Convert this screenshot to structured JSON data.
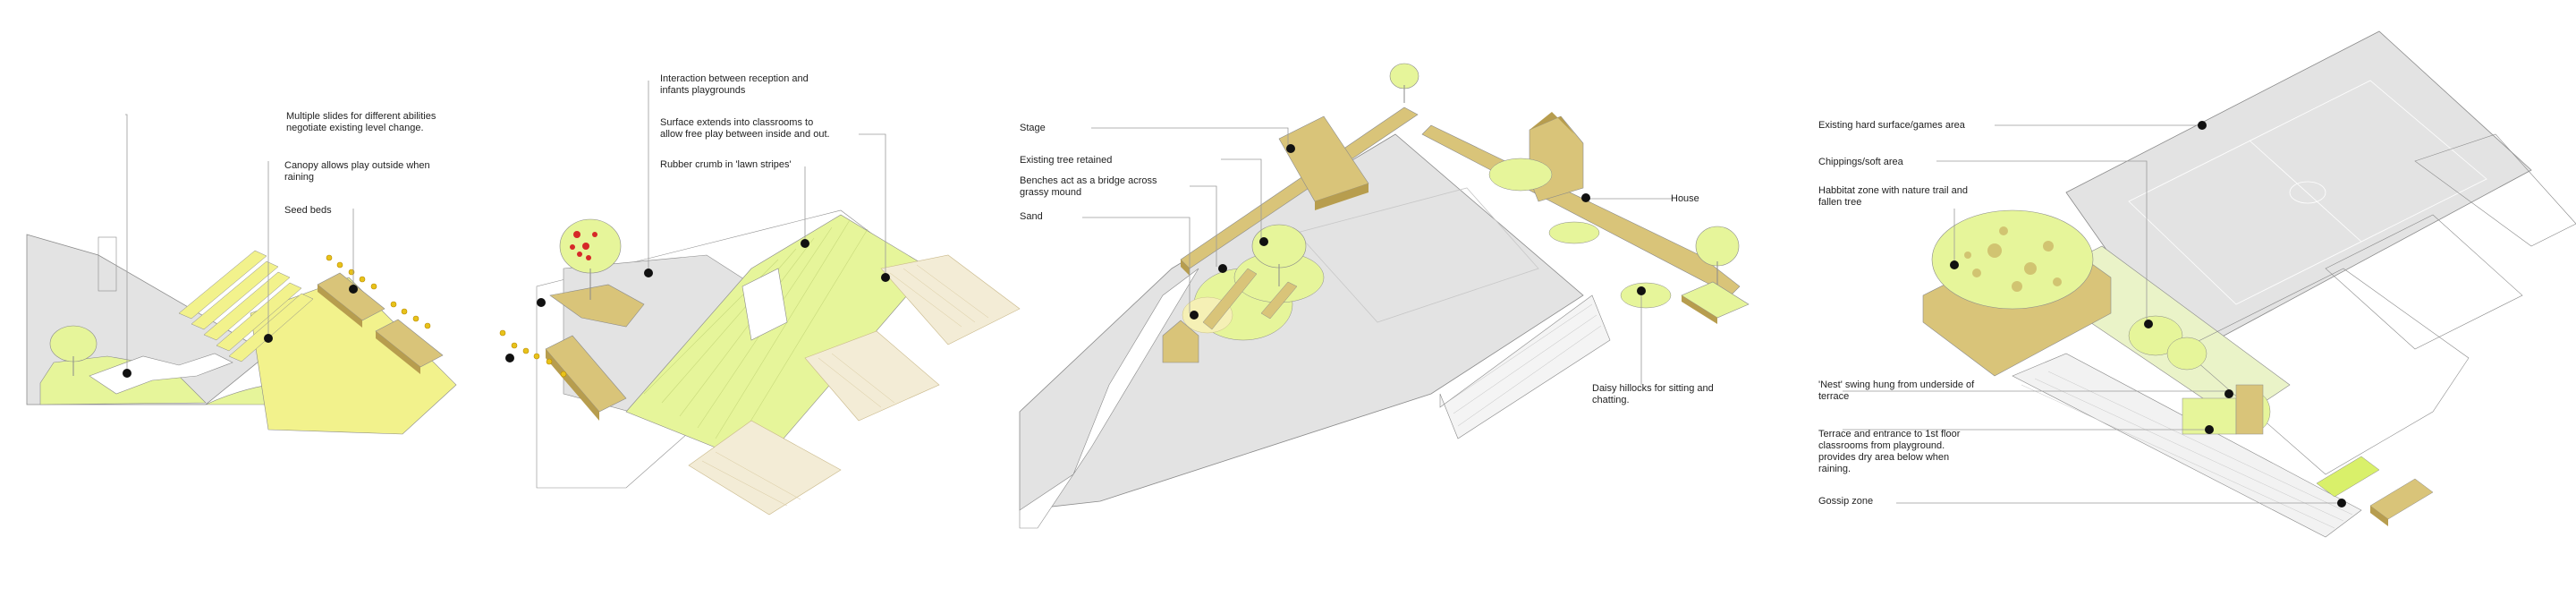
{
  "annotations": {
    "multiple_slides": "Multiple slides for different abilities\nnegotiate existing level change.",
    "canopy": "Canopy allows play outside when\nraining",
    "seed_beds": "Seed beds",
    "interaction": "Interaction between reception and\ninfants playgrounds",
    "surface_extends": "Surface extends into classrooms to\nallow free play between inside and out.",
    "rubber_crumb": "Rubber crumb in 'lawn stripes'",
    "stage": "Stage",
    "existing_tree": "Existing tree retained",
    "benches": "Benches act as a bridge across\ngrassy mound",
    "sand": "Sand",
    "house": "House",
    "daisy": "Daisy hillocks for sitting and\nchatting.",
    "hard_surface": "Existing hard surface/games area",
    "chippings": "Chippings/soft area",
    "habitat": "Habbitat zone with nature trail and\nfallen tree",
    "nest": "'Nest' swing hung from underside of\nterrace",
    "terrace": "Terrace and entrance to 1st floor\nclassrooms from playground.\nprovides dry area below when\nraining.",
    "gossip": "Gossip zone"
  },
  "colors": {
    "lime": "#e6f59a",
    "lime_bright": "#d9f06a",
    "yellow": "#f2f28c",
    "wood": "#d9c479",
    "wood_dark": "#b79d4e",
    "grey": "#e3e3e3",
    "grey_dark": "#cfcfcf",
    "red": "#d62828",
    "outline": "#8a8a8a"
  }
}
